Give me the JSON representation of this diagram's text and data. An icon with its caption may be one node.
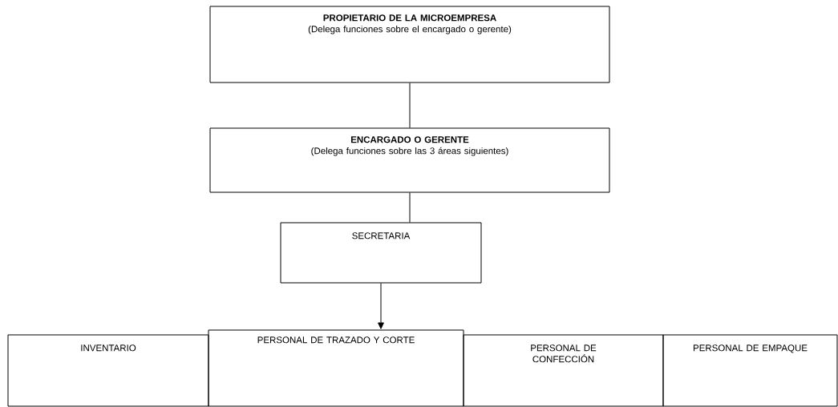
{
  "diagram": {
    "nodes": [
      {
        "text": [
          "PROPIETARIO DE LA MICROEMPRESA",
          "(Delega funciones sobre el encargado o gerente)"
        ]
      },
      {
        "text": [
          "ENCARGADO O GERENTE",
          "(Delega funciones sobre las 3 áreas siguientes)"
        ]
      },
      {
        "text": [
          "SECRETARIA"
        ]
      },
      {
        "text": [
          "INVENTARIO"
        ]
      },
      {
        "text": [
          "PERSONAL DE TRAZADO Y CORTE"
        ]
      },
      {
        "text": [
          "PERSONAL DE CONFECCIÓN"
        ]
      },
      {
        "text": [
          "PERSONAL DE EMPAQUE"
        ]
      }
    ],
    "edges": [
      {
        "from": 0,
        "to": 1,
        "arrow": "none"
      },
      {
        "from": 1,
        "to": 2,
        "arrow": "none"
      },
      {
        "from": 2,
        "to": 4,
        "arrow": "to"
      }
    ]
  }
}
